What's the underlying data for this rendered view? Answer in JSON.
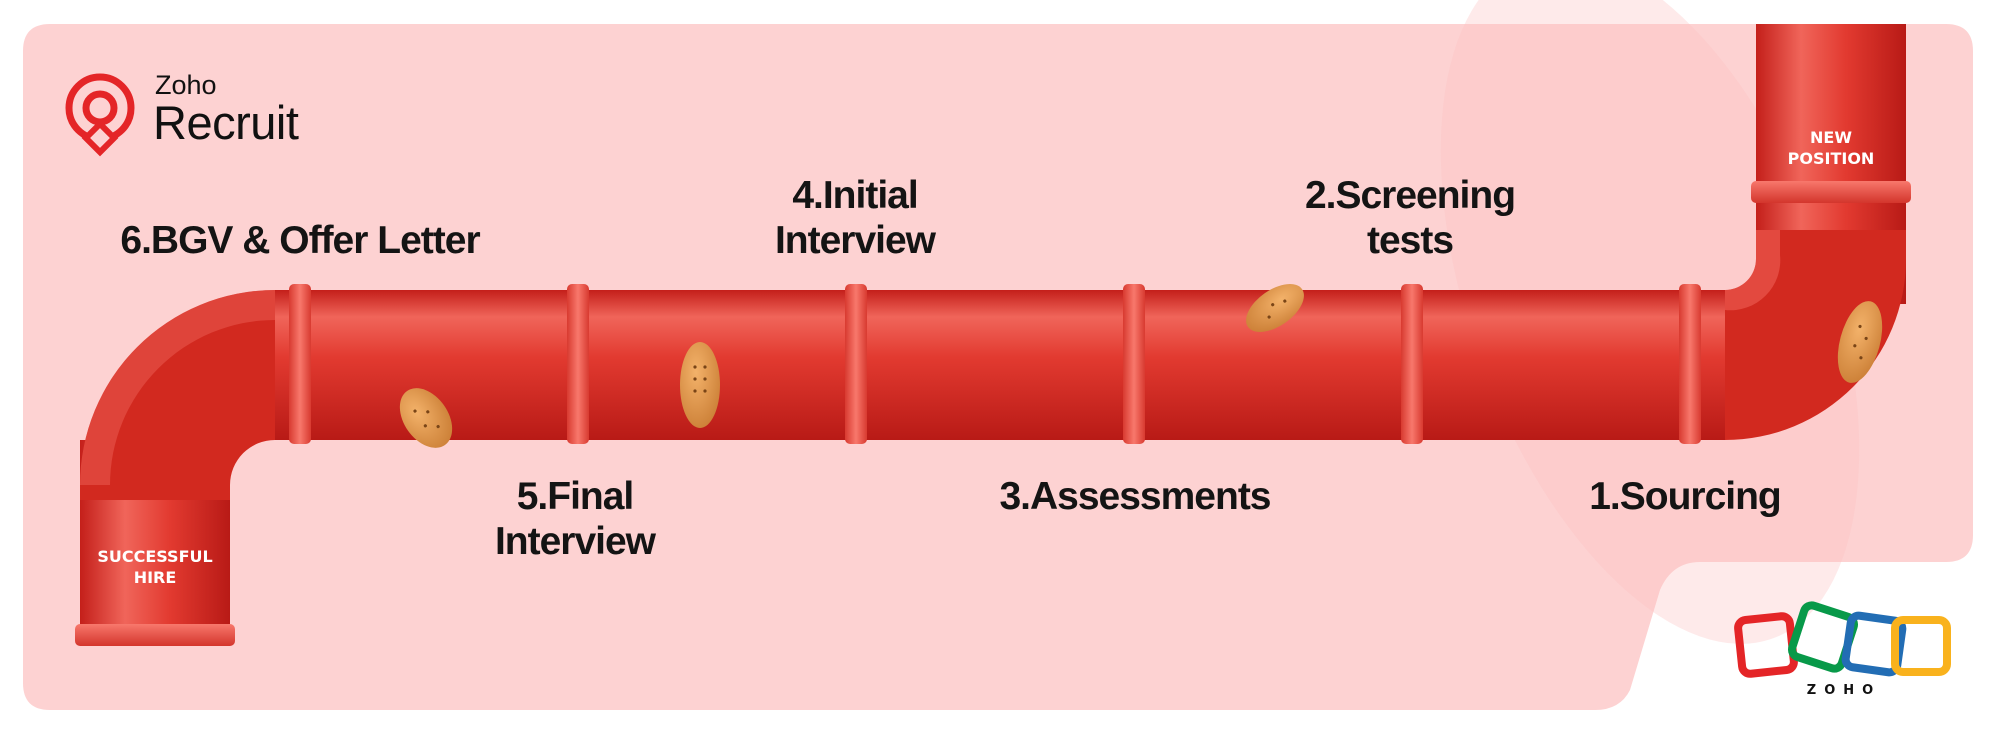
{
  "brand": {
    "small": "Zoho",
    "large": "Recruit"
  },
  "endpoints": {
    "start": [
      "NEW",
      "POSITION"
    ],
    "end": [
      "SUCCESSFUL",
      "HIRE"
    ]
  },
  "stages": [
    {
      "lines": [
        "1.Sourcing"
      ]
    },
    {
      "lines": [
        "2.Screening",
        "tests"
      ]
    },
    {
      "lines": [
        "3.Assessments"
      ]
    },
    {
      "lines": [
        "4.Initial",
        "Interview"
      ]
    },
    {
      "lines": [
        "5.Final",
        "Interview"
      ]
    },
    {
      "lines": [
        "6.BGV & Offer Letter"
      ]
    }
  ],
  "zoho_logo": {
    "word": "ZOHO",
    "colors": [
      "#e42527",
      "#089949",
      "#226db4",
      "#f9b21d"
    ]
  },
  "colors": {
    "background": "#fdd2d2",
    "pipe": "#e23a30",
    "pipe_dark": "#c41f1a",
    "pipe_light": "#f36b60",
    "pebble": "#e69a49",
    "brand_red": "#e42527"
  }
}
